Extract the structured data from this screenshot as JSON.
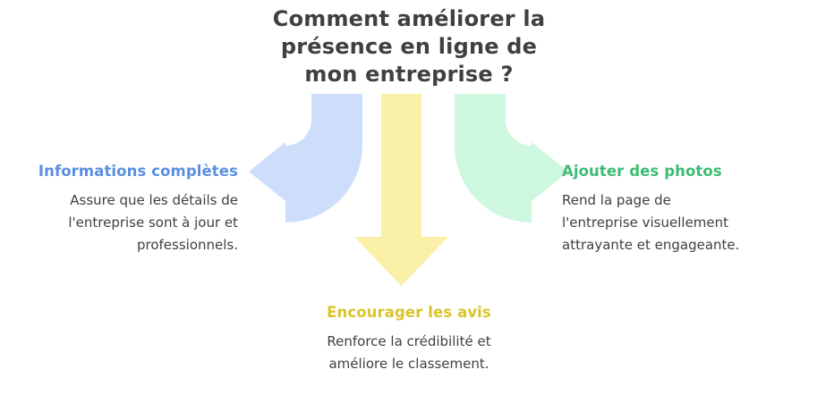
{
  "diagram": {
    "type": "central-question-with-three-branches",
    "background_color": "#ffffff",
    "title": "Comment améliorer la\nprésence en ligne de\nmon entreprise ?",
    "title_color": "#3e4042",
    "body_text_color": "#3e4042",
    "branches": [
      {
        "id": "left",
        "heading": "Informations complètes",
        "description": "Assure que les détails de\nl'entreprise sont à jour et\nprofessionnels.",
        "heading_color": "#5b8fe0",
        "arrow_color": "#cedefa",
        "arrow_direction": "curve-down-left",
        "arrow_name": "curved-arrow-left"
      },
      {
        "id": "center",
        "heading": "Encourager les avis",
        "description": "Renforce la crédibilité et\naméliore le classement.",
        "heading_color": "#dbc32a",
        "arrow_color": "#faf0a8",
        "arrow_direction": "down",
        "arrow_name": "straight-arrow-down"
      },
      {
        "id": "right",
        "heading": "Ajouter des photos",
        "description": "Rend la page de\nl'entreprise visuellement\nattrayante et engageante.",
        "heading_color": "#3dbc73",
        "arrow_color": "#cdf7df",
        "arrow_direction": "curve-down-right",
        "arrow_name": "curved-arrow-right"
      }
    ]
  }
}
